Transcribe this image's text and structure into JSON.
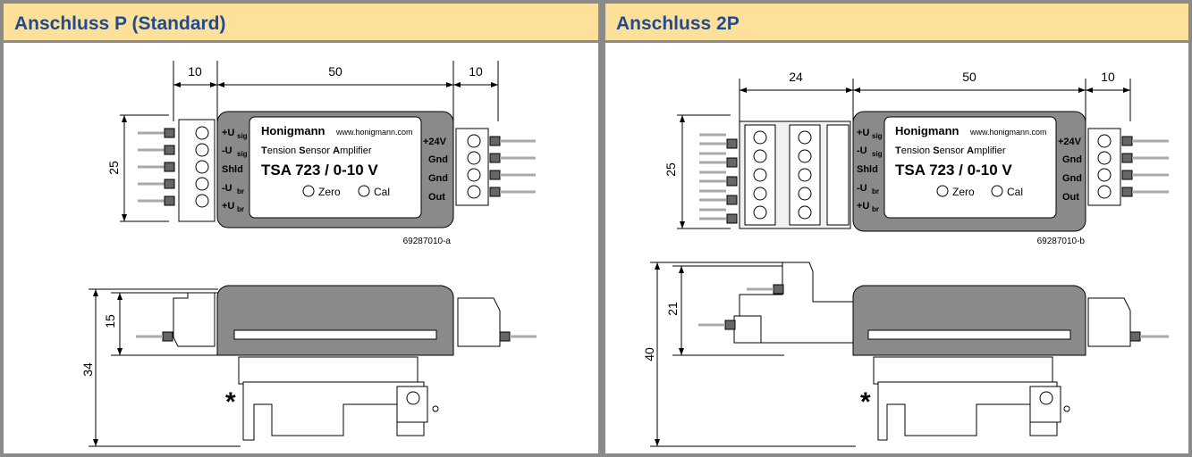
{
  "left": {
    "title": "Anschluss P (Standard)",
    "dims": {
      "top_a": "10",
      "top_b": "50",
      "top_c": "10",
      "side": "25",
      "h1": "15",
      "h2": "34"
    },
    "figure_id": "69287010-a"
  },
  "right": {
    "title": "Anschluss 2P",
    "dims": {
      "top_a": "24",
      "top_b": "50",
      "top_c": "10",
      "side": "25",
      "h1": "21",
      "h2": "40"
    },
    "figure_id": "69287010-b"
  },
  "device": {
    "brand": "Honigmann",
    "url": "www.honigmann.com",
    "desc_t": "T",
    "desc_1": "ension ",
    "desc_s": "S",
    "desc_2": "ensor ",
    "desc_a": "A",
    "desc_3": "mplifier",
    "model": "TSA 723 / 0-10 V",
    "zero": "Zero",
    "cal": "Cal"
  },
  "pins_left": [
    "+U",
    "-U",
    "Shld",
    "-U",
    "+U"
  ],
  "pins_left_sub": [
    "sig",
    "sig",
    "",
    "br",
    "br"
  ],
  "pins_right": [
    "+24V",
    "Gnd",
    "Gnd",
    "Out"
  ],
  "note_symbol": "*",
  "colors": {
    "header_bg": "#fde19a",
    "header_text": "#1f4b8f",
    "frame": "#8a8a8a",
    "body": "#7a7a7a"
  }
}
